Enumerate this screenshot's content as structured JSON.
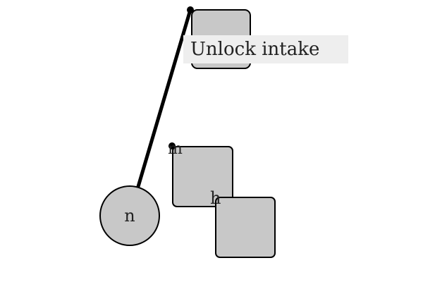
{
  "diagram": {
    "colors": {
      "node_fill": "#c8c8c8",
      "stroke": "#000000",
      "tooltip_bg": "#eeeeee",
      "text": "#222222"
    },
    "nodes": [
      {
        "id": "node-top",
        "shape": "rounded-square",
        "label": ""
      },
      {
        "id": "node-m",
        "shape": "rounded-square",
        "label": "m"
      },
      {
        "id": "node-h",
        "shape": "rounded-square",
        "label": "h"
      },
      {
        "id": "node-n",
        "shape": "circle",
        "label": "n"
      }
    ],
    "edges": [
      {
        "from": "node-n",
        "to": "node-top",
        "style": "thick"
      }
    ],
    "tooltip": {
      "text": "Unlock intake"
    }
  }
}
